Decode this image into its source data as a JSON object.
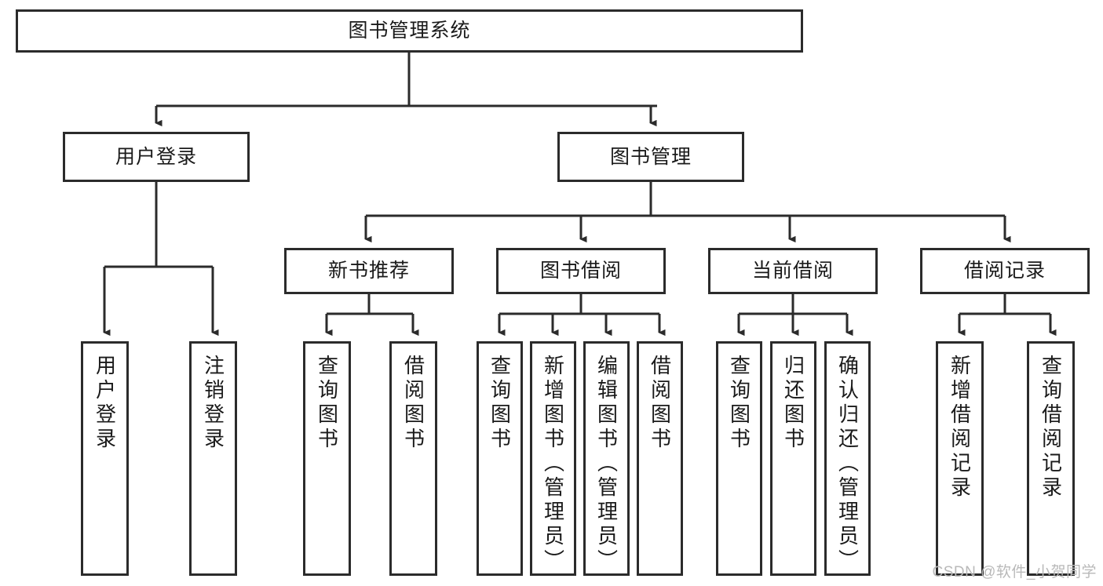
{
  "diagram": {
    "title": "图书管理系统",
    "type": "tree-hierarchy",
    "levels": 4,
    "root": {
      "label": "图书管理系统"
    },
    "level2": [
      {
        "label": "用户登录"
      },
      {
        "label": "图书管理"
      }
    ],
    "level3": [
      {
        "label": "新书推荐"
      },
      {
        "label": "图书借阅"
      },
      {
        "label": "当前借阅"
      },
      {
        "label": "借阅记录"
      }
    ],
    "leaves": {
      "user_login": [
        {
          "label": "用户登录"
        },
        {
          "label": "注销登录"
        }
      ],
      "new_book_recommend": [
        {
          "label": "查询图书"
        },
        {
          "label": "借阅图书"
        }
      ],
      "book_borrow": [
        {
          "label": "查询图书"
        },
        {
          "label": "新增图书（管理员）"
        },
        {
          "label": "编辑图书（管理员）"
        },
        {
          "label": "借阅图书"
        }
      ],
      "current_borrow": [
        {
          "label": "查询图书"
        },
        {
          "label": "归还图书"
        },
        {
          "label": "确认归还（管理员）"
        }
      ],
      "borrow_record": [
        {
          "label": "新增借阅记录"
        },
        {
          "label": "查询借阅记录"
        }
      ]
    }
  },
  "watermark": {
    "text": "CSDN @软件_小贺同学"
  },
  "colors": {
    "border": "#2b2b2b",
    "text": "#1a1a1a",
    "background": "#ffffff",
    "watermark": "#b9b9b9"
  }
}
